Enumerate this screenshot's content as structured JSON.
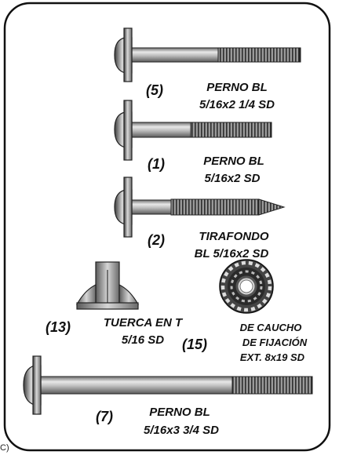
{
  "parts": [
    {
      "id": "perno-5",
      "number": "(5)",
      "name_line1": "PERNO BL",
      "name_line2": "5/16x2 1/4 SD"
    },
    {
      "id": "perno-1",
      "number": "(1)",
      "name_line1": "PERNO BL",
      "name_line2": "5/16x2 SD"
    },
    {
      "id": "tirafondo-2",
      "number": "(2)",
      "name_line1": "TIRAFONDO",
      "name_line2": "BL 5/16x2 SD"
    },
    {
      "id": "tuerca-13",
      "number": "(13)",
      "name_line1": "TUERCA EN T",
      "name_line2": "5/16 SD"
    },
    {
      "id": "arandela-15",
      "number": "(15)",
      "name_line1": "DE CAUCHO",
      "name_line2": "DE FIJACIÓN",
      "name_line3": "EXT. 8x19 SD"
    },
    {
      "id": "perno-7",
      "number": "(7)",
      "name_line1": "PERNO BL",
      "name_line2": "5/16x3 3/4 SD"
    }
  ],
  "corner_text": "C)"
}
